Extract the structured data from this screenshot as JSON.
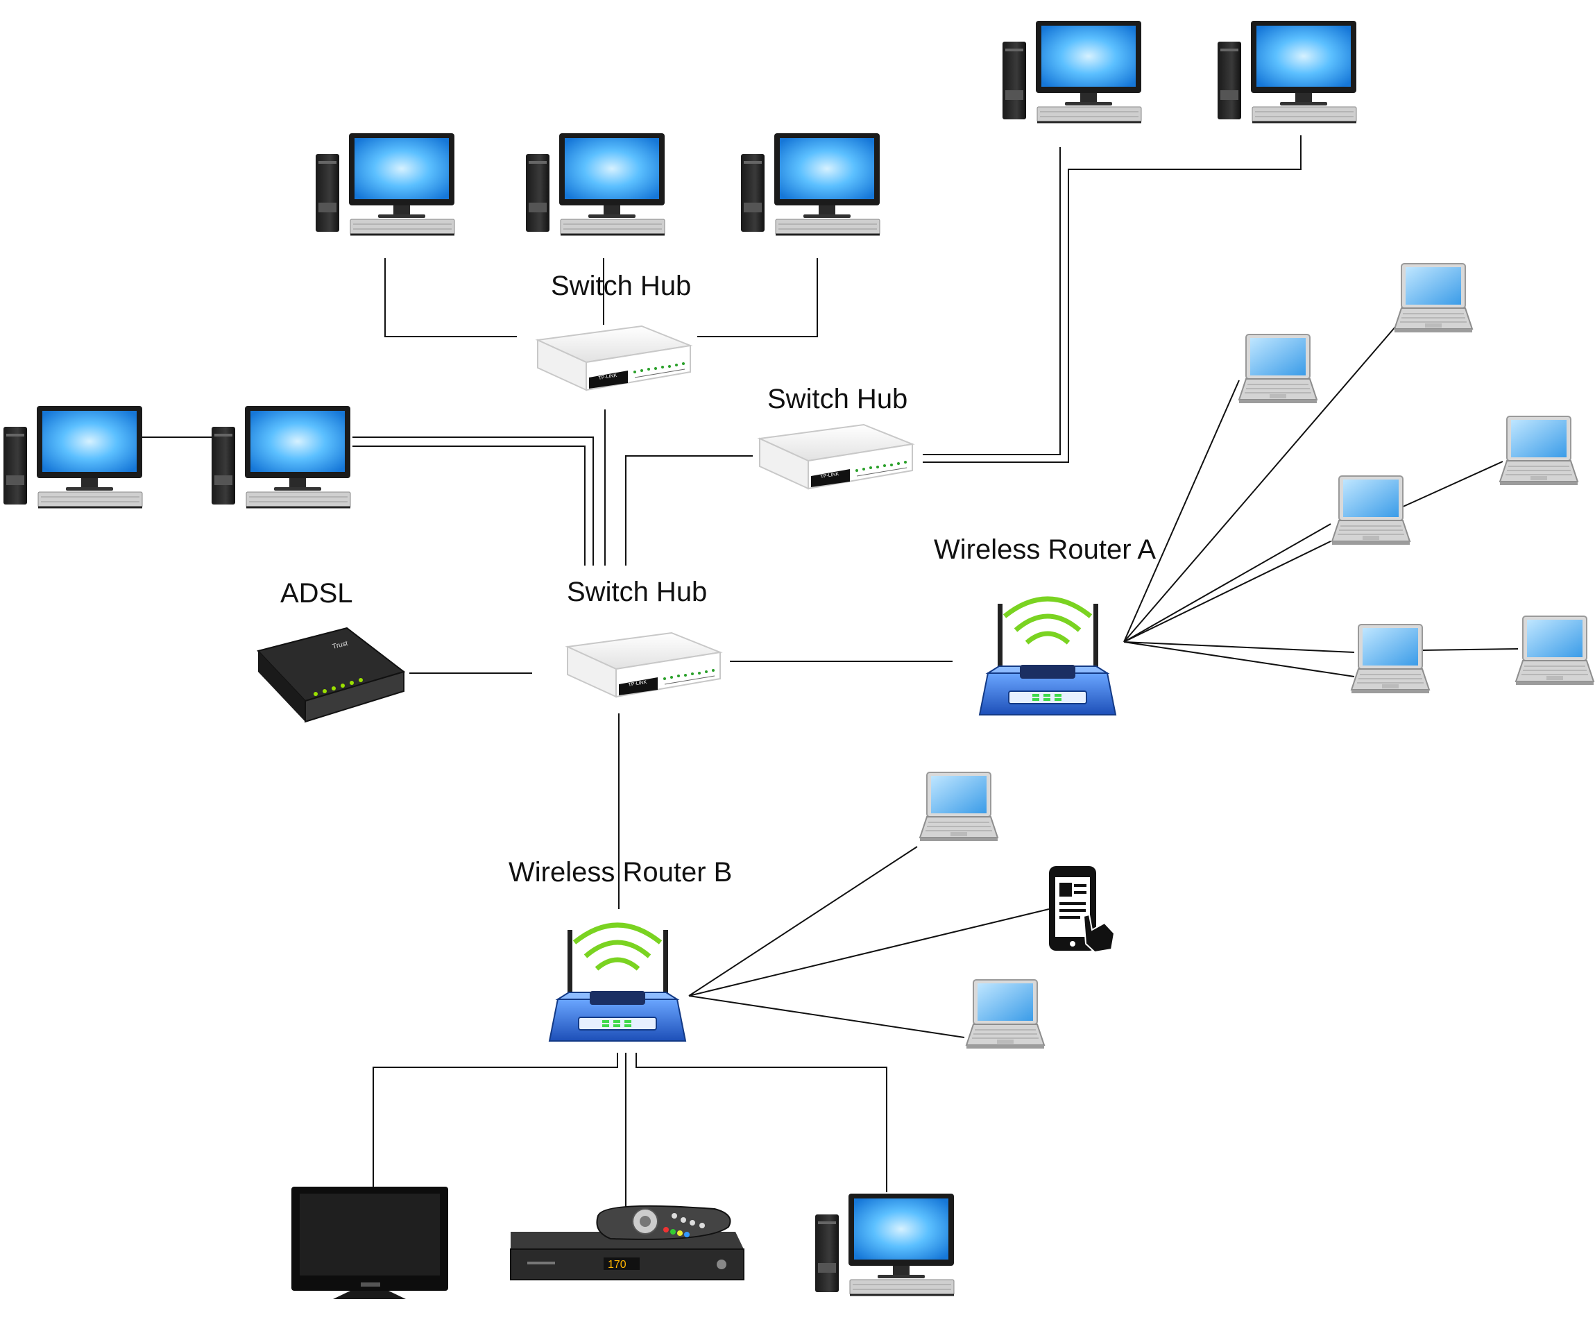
{
  "labels": {
    "switch_hub_top": "Switch Hub",
    "switch_hub_right": "Switch Hub",
    "switch_hub_center": "Switch Hub",
    "adsl": "ADSL",
    "router_a": "Wireless Router A",
    "router_b": "Wireless Router B"
  },
  "device_branding": {
    "switch": "TP-LINK",
    "adsl_modem": "Trust",
    "settop_display": "170"
  },
  "colors": {
    "screen_blue": "#2ea2ff",
    "router_blue": "#2f6fd6",
    "wifi_green": "#7ad321",
    "line": "#111111"
  },
  "icons": {
    "desktop": "desktop-computer-icon",
    "laptop": "laptop-icon",
    "switch": "network-switch-icon",
    "router": "wireless-router-icon",
    "modem": "adsl-modem-icon",
    "tv": "television-icon",
    "settop": "set-top-box-icon",
    "phone": "smartphone-icon"
  }
}
